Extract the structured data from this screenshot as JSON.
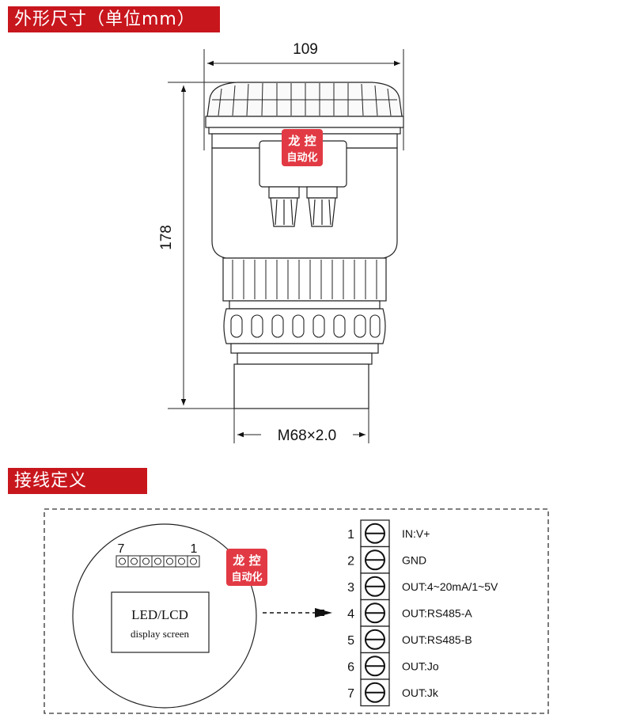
{
  "headers": {
    "dimensions": "外形尺寸（单位mm）",
    "wiring": "接线定义"
  },
  "dimensions": {
    "width": "109",
    "height": "178",
    "thread": "M68×2.0"
  },
  "watermark": {
    "line1": "龙 控",
    "line2": "自动化"
  },
  "connector": {
    "left_index": "7",
    "right_index": "1"
  },
  "display": {
    "line1": "LED/LCD",
    "line2": "display screen"
  },
  "terminals": [
    {
      "num": "1",
      "label": "IN:V+"
    },
    {
      "num": "2",
      "label": "GND"
    },
    {
      "num": "3",
      "label": "OUT:4~20mA/1~5V"
    },
    {
      "num": "4",
      "label": "OUT:RS485-A"
    },
    {
      "num": "5",
      "label": "OUT:RS485-B"
    },
    {
      "num": "6",
      "label": "OUT:Jo"
    },
    {
      "num": "7",
      "label": "OUT:Jk"
    }
  ],
  "colors": {
    "header_bg": "#c8161d",
    "watermark_bg": "#e23a44"
  }
}
